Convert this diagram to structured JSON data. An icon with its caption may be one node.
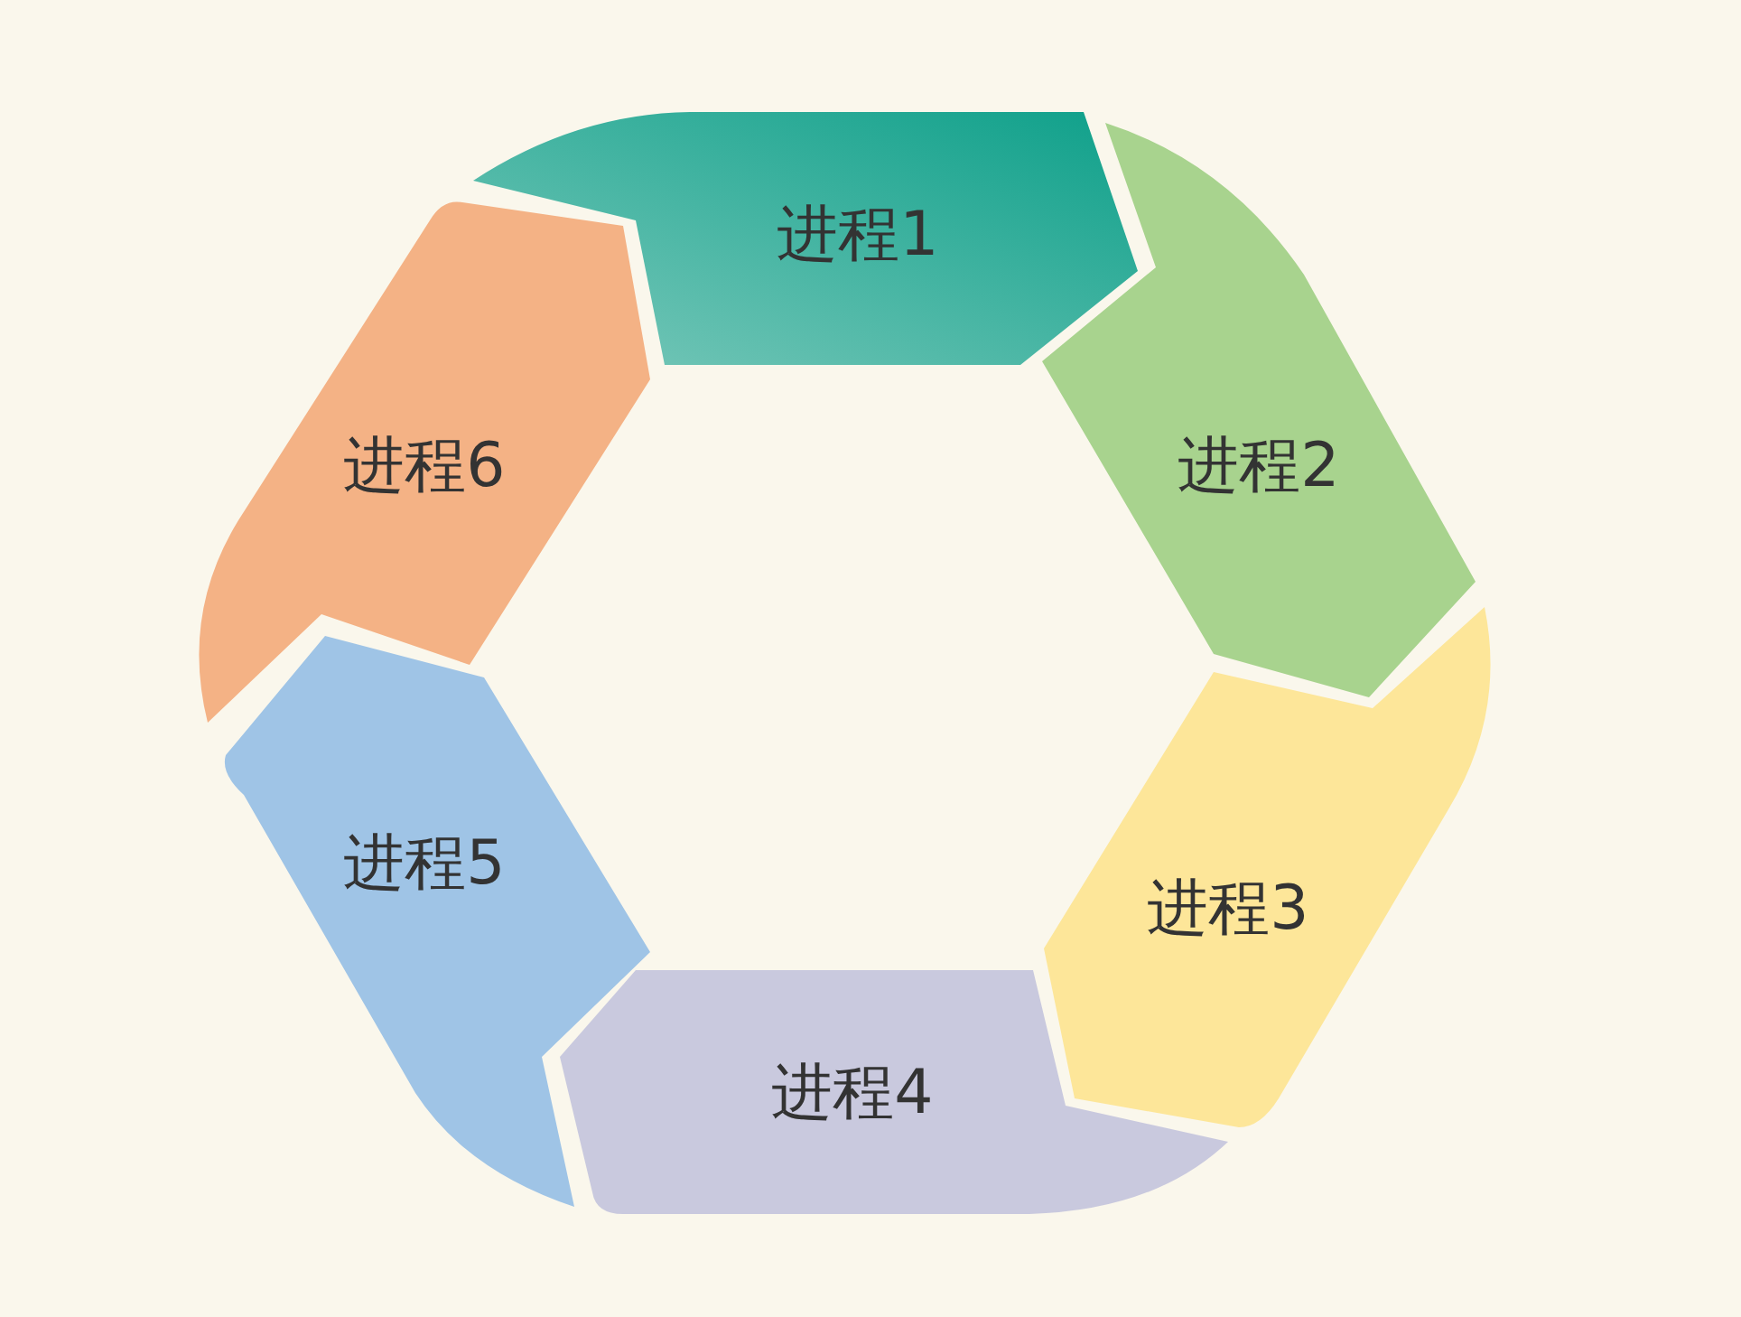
{
  "diagram": {
    "nodes": [
      {
        "text": [
          "进程1"
        ]
      },
      {
        "text": [
          "进程2"
        ]
      },
      {
        "text": [
          "进程3"
        ]
      },
      {
        "text": [
          "进程4"
        ]
      },
      {
        "text": [
          "进程5"
        ]
      },
      {
        "text": [
          "进程6"
        ]
      }
    ]
  }
}
